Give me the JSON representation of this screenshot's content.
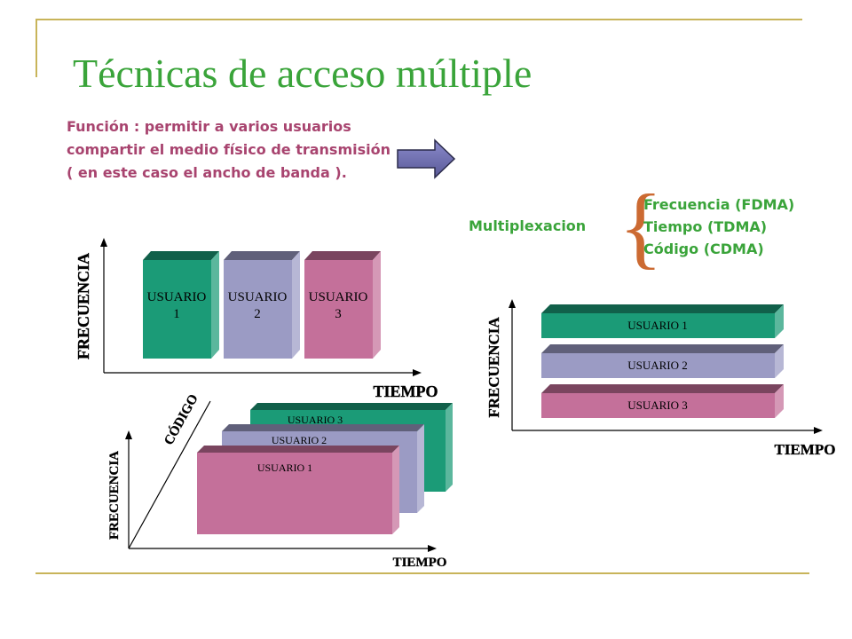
{
  "slide": {
    "title": "Técnicas de acceso múltiple",
    "description": "Función : permitir a varios usuarios compartir el medio físico de transmisión ( en este caso el ancho de banda ).",
    "multiplexing_label": "Multiplexacion",
    "multiplexing_types": [
      "Frecuencia (FDMA)",
      "Tiempo (TDMA)",
      "Código (CDMA)"
    ],
    "colors": {
      "accent_green": "#3aa43a",
      "magenta_text": "#a8446f",
      "brace_orange": "#cc6a32",
      "rule_gold": "#c8b45a"
    }
  },
  "diagrams": {
    "tdma": {
      "y_axis": "FRECUENCIA",
      "x_axis": "TIEMPO",
      "blocks": [
        {
          "line1": "USUARIO",
          "line2": "1",
          "color": "#1b9b77"
        },
        {
          "line1": "USUARIO",
          "line2": "2",
          "color": "#9b9bc4"
        },
        {
          "line1": "USUARIO",
          "line2": "3",
          "color": "#c4709a"
        }
      ]
    },
    "cdma": {
      "y_axis": "FRECUENCIA",
      "x_axis": "TIEMPO",
      "z_axis": "CÓDIGO",
      "layers": [
        {
          "label": "USUARIO 3",
          "color": "#1b9b77"
        },
        {
          "label": "USUARIO 2",
          "color": "#9b9bc4"
        },
        {
          "label": "USUARIO 1",
          "color": "#c4709a"
        }
      ]
    },
    "fdma": {
      "y_axis": "FRECUENCIA",
      "x_axis": "TIEMPO",
      "bands": [
        {
          "label": "USUARIO 1",
          "color": "#1b9b77"
        },
        {
          "label": "USUARIO 2",
          "color": "#9b9bc4"
        },
        {
          "label": "USUARIO 3",
          "color": "#c4709a"
        }
      ]
    }
  }
}
